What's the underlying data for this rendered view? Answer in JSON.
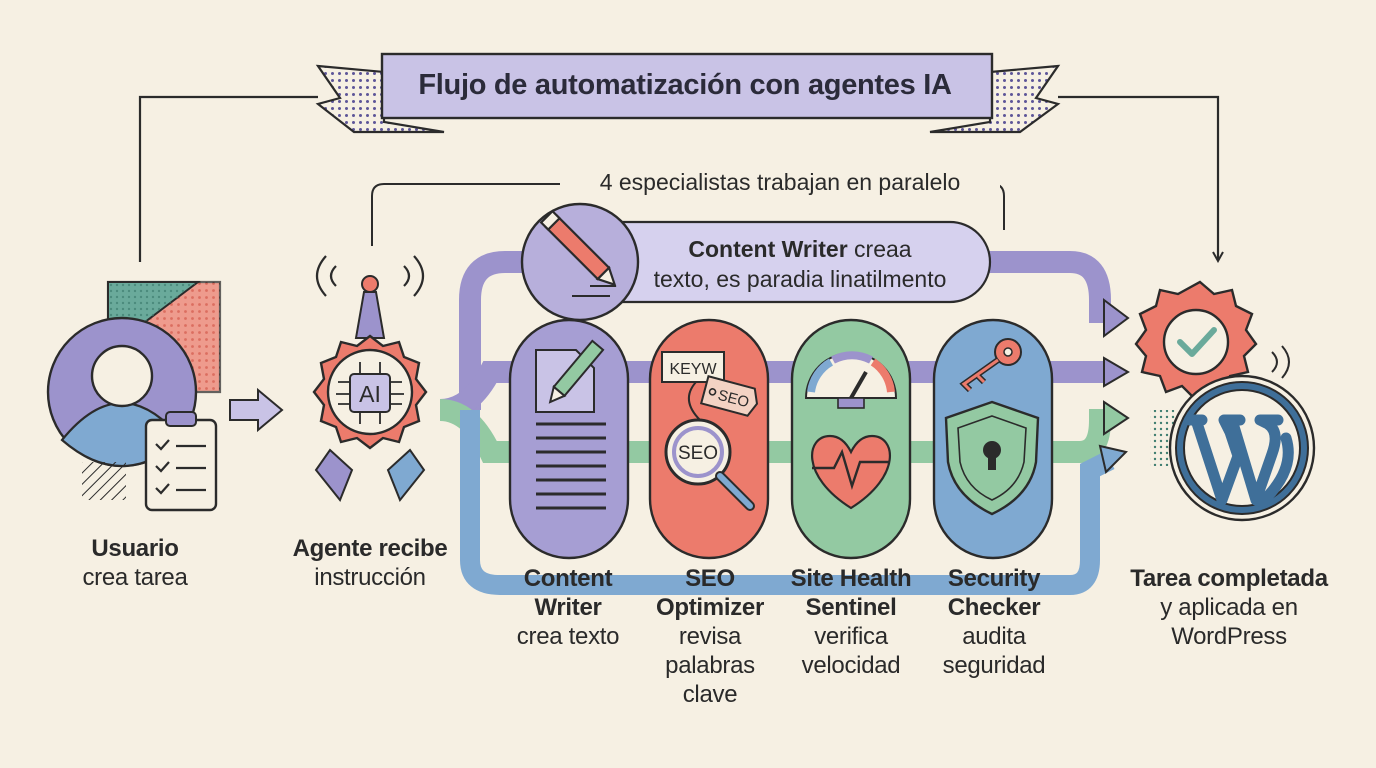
{
  "title": "Flujo de automatización con agentes IA",
  "parallel_note": "4 especialistas trabajan en paralelo",
  "bubble": {
    "bold": "Content Writer",
    "rest_line1": " creaa",
    "line2": "texto, es paradia linatilmento"
  },
  "icon_text": {
    "ai_chip": "AI",
    "keyword_card": "KEYW",
    "seo_tag": "SEO",
    "seo_magnifier": "SEO"
  },
  "steps": [
    {
      "id": "user",
      "title": "Usuario",
      "desc": [
        "crea tarea"
      ]
    },
    {
      "id": "agent",
      "title": "Agente recibe",
      "desc": [
        "instrucción"
      ]
    },
    {
      "id": "writer",
      "title_lines": [
        "Content",
        "Writer"
      ],
      "desc": [
        "crea texto"
      ]
    },
    {
      "id": "seo",
      "title_lines": [
        "SEO",
        "Optimizer"
      ],
      "desc": [
        "revisa",
        "palabras",
        "clave"
      ]
    },
    {
      "id": "health",
      "title_lines": [
        "Site Health",
        "Sentinel"
      ],
      "desc": [
        "verifica",
        "velocidad"
      ]
    },
    {
      "id": "security",
      "title_lines": [
        "Security",
        "Checker"
      ],
      "desc": [
        "audita",
        "seguridad"
      ]
    },
    {
      "id": "done",
      "title": "Tarea completada",
      "desc": [
        "y aplicada en",
        "WordPress"
      ]
    }
  ],
  "colors": {
    "background": "#f6f0e3",
    "purple": "#9c93cc",
    "purple_light": "#c9c3e6",
    "coral": "#ec7b6c",
    "green": "#93c9a2",
    "blue": "#7fa9d1",
    "teal": "#6aaa9b",
    "wp_blue": "#3f6f99",
    "outline": "#2b2b2b"
  }
}
